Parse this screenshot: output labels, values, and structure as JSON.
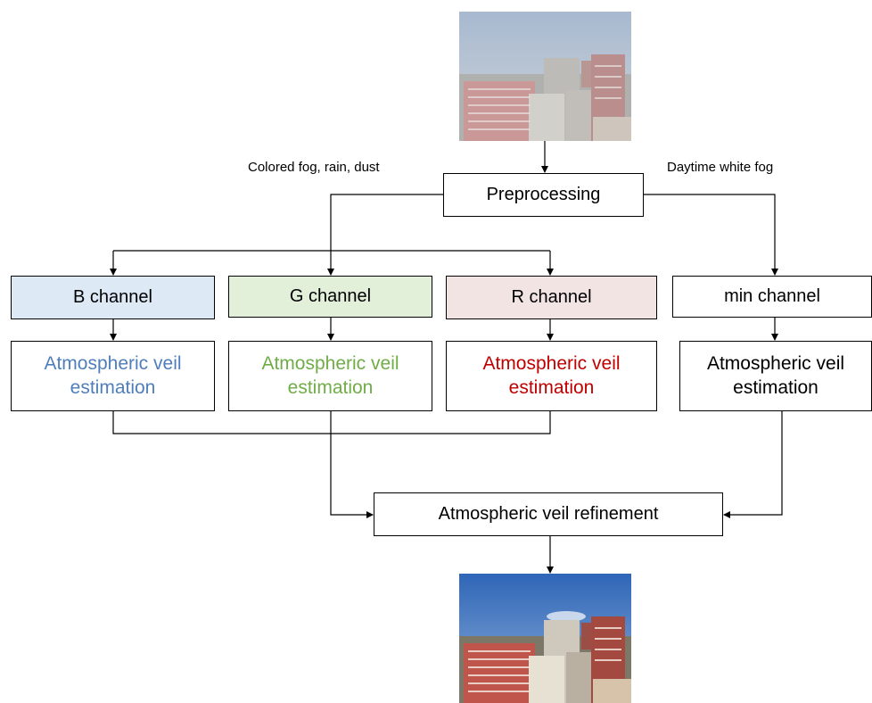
{
  "labels": {
    "colored": "Colored fog, rain, dust",
    "daytime": "Daytime white fog"
  },
  "preprocessing": "Preprocessing",
  "channels": [
    {
      "id": "b",
      "label": "B channel",
      "bg": "#dde9f5",
      "veil_color": "#4f7ebd"
    },
    {
      "id": "g",
      "label": "G channel",
      "bg": "#e2efd9",
      "veil_color": "#70ad47"
    },
    {
      "id": "r",
      "label": "R channel",
      "bg": "#f3e4e4",
      "veil_color": "#c00000"
    },
    {
      "id": "min",
      "label": "min channel",
      "bg": "#ffffff",
      "veil_color": "#000000"
    }
  ],
  "veil": {
    "line1": "Atmospheric veil",
    "line2": "estimation"
  },
  "refinement": "Atmospheric veil refinement",
  "images": {
    "input": {
      "sky": "#b9c8d6",
      "haze": 0.35
    },
    "output": {
      "sky": "#3f74c0",
      "haze": 0.0
    }
  }
}
